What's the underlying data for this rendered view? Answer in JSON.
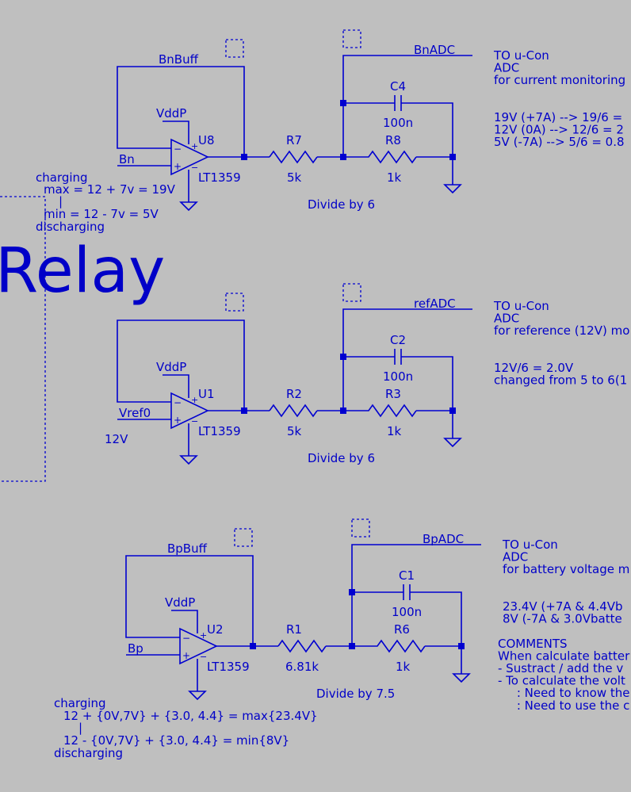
{
  "colors": {
    "background": "#bfbfbf",
    "wire": "#0000d0",
    "text": "#0000c8"
  },
  "relay_label": "Relay",
  "bn_notes": [
    "charging",
    "max = 12 + 7v = 19V",
    "|",
    "min = 12 - 7v = 5V",
    "discharging"
  ],
  "bp_notes": [
    "charging",
    "12 + {0V,7V} + {3.0, 4.4} = max{23.4V}",
    "|",
    "12 - {0V,7V} + {3.0, 4.4} = min{8V}",
    "discharging"
  ],
  "circuits": [
    {
      "input_net": "Bn",
      "feedback_net": "BnBuff",
      "supply": "VddP",
      "opamp_ref": "U8",
      "opamp_model": "LT1359",
      "r_top_ref": "R7",
      "r_top_val": "5k",
      "r_bot_ref": "R8",
      "r_bot_val": "1k",
      "cap_ref": "C4",
      "cap_val": "100n",
      "out_net": "BnADC",
      "divide_note": "Divide by 6",
      "extra_label": "",
      "notes": [
        "TO u-Con",
        "ADC",
        "for current monitoring",
        "",
        "",
        "19V (+7A) --> 19/6 =",
        "12V (0A) --> 12/6 = 2",
        "5V (-7A) --> 5/6 = 0.8"
      ]
    },
    {
      "input_net": "Vref0",
      "feedback_net": "",
      "supply": "VddP",
      "opamp_ref": "U1",
      "opamp_model": "LT1359",
      "r_top_ref": "R2",
      "r_top_val": "5k",
      "r_bot_ref": "R3",
      "r_bot_val": "1k",
      "cap_ref": "C2",
      "cap_val": "100n",
      "out_net": "refADC",
      "divide_note": "Divide by 6",
      "extra_label": "12V",
      "notes": [
        "TO u-Con",
        "ADC",
        "for reference (12V) mo",
        "",
        "",
        "12V/6 = 2.0V",
        "changed from 5 to 6(1"
      ]
    },
    {
      "input_net": "Bp",
      "feedback_net": "BpBuff",
      "supply": "VddP",
      "opamp_ref": "U2",
      "opamp_model": "LT1359",
      "r_top_ref": "R1",
      "r_top_val": "6.81k",
      "r_bot_ref": "R6",
      "r_bot_val": "1k",
      "cap_ref": "C1",
      "cap_val": "100n",
      "out_net": "BpADC",
      "divide_note": "Divide by 7.5",
      "extra_label": "",
      "notes": [
        "TO u-Con",
        "ADC",
        "for battery voltage m",
        "",
        "",
        "23.4V (+7A & 4.4Vb",
        "8V (-7A & 3.0Vbatte",
        "",
        "COMMENTS",
        "When calculate batter",
        "- Sustract / add the v",
        "- To calculate the volt",
        "     : Need to know the",
        "     : Need to use the c"
      ]
    }
  ]
}
